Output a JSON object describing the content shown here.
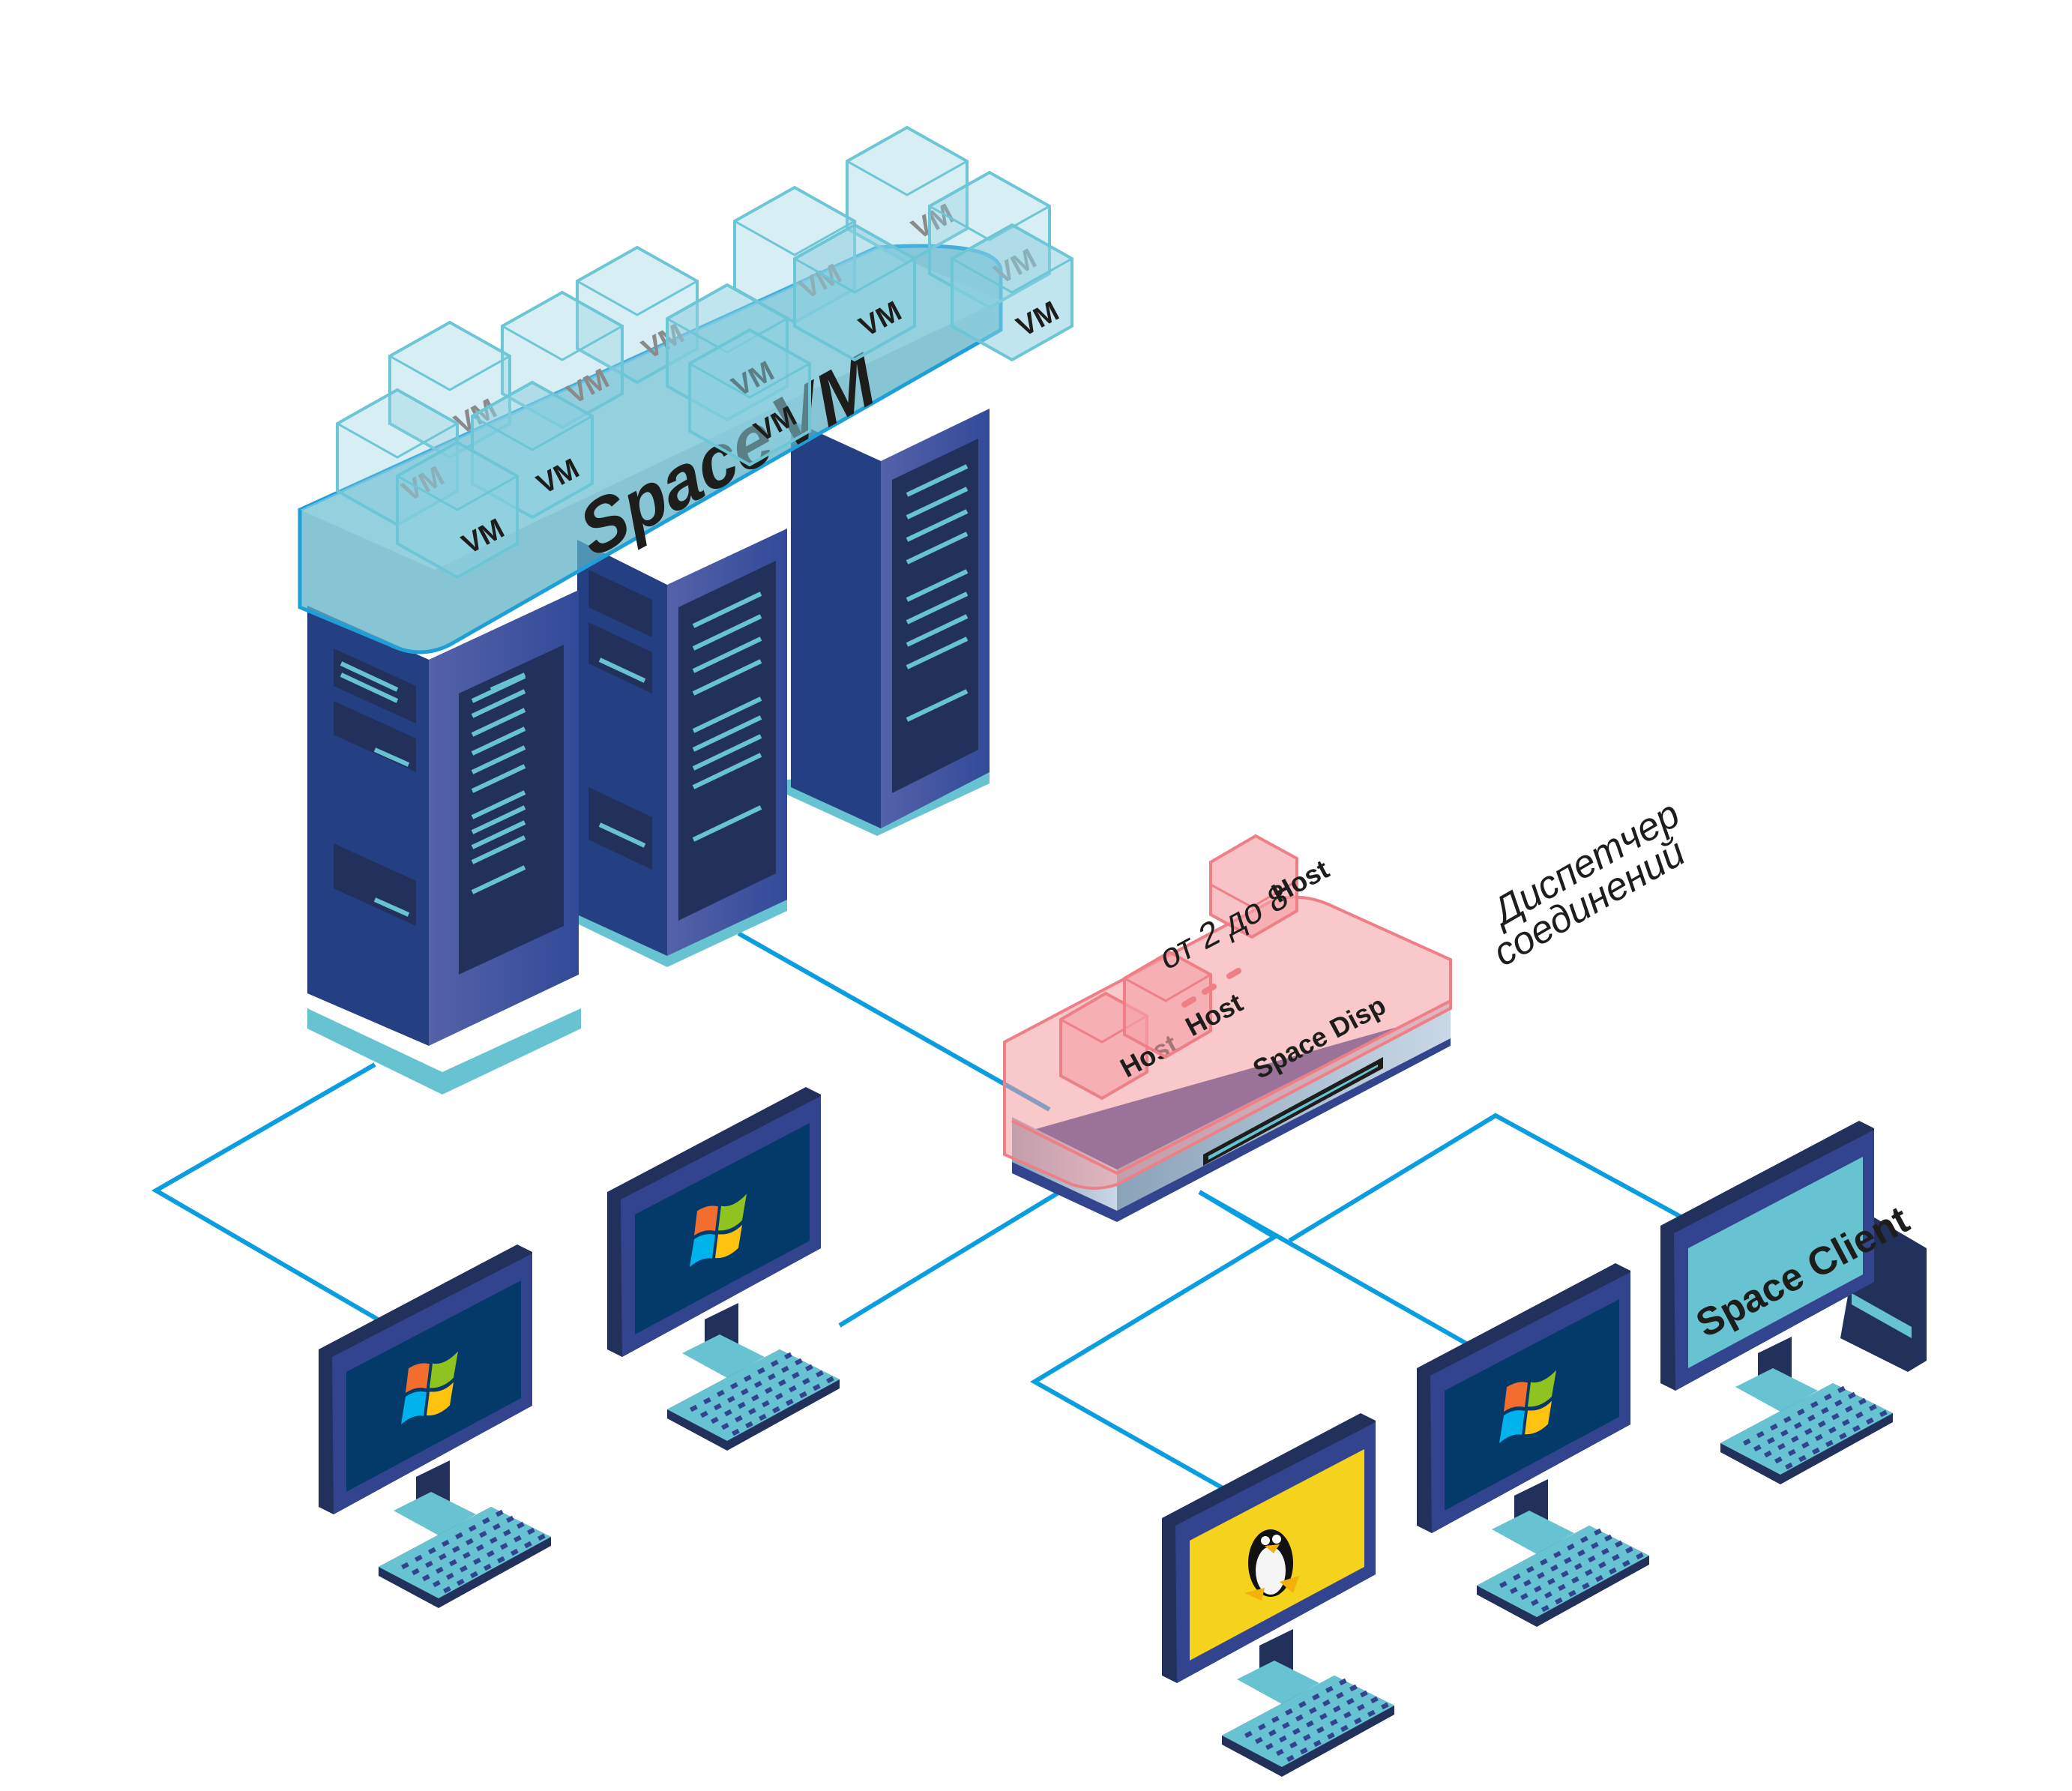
{
  "diagram": {
    "cluster": {
      "title_part1": "Space",
      "title_part2": "VM",
      "server_count": 3,
      "vm_label": "VM",
      "vm_count": 13
    },
    "dispatcher": {
      "device_label": "Space Disp",
      "host_label": "Host",
      "host_range": "от 2 до 8",
      "caption_line1": "Диспетчер",
      "caption_line2": "соединений"
    },
    "clients": [
      {
        "id": "client-windows-1",
        "os": "windows",
        "icon": "windows-logo-icon"
      },
      {
        "id": "client-windows-2",
        "os": "windows",
        "icon": "windows-logo-icon"
      },
      {
        "id": "client-linux",
        "os": "linux",
        "icon": "linux-tux-icon"
      },
      {
        "id": "client-windows-3",
        "os": "windows",
        "icon": "windows-logo-icon"
      },
      {
        "id": "client-space",
        "os": "space-client",
        "screen_label": "Space Client"
      }
    ],
    "colors": {
      "network_line": "#0a9ee0",
      "server_dark": "#243a7c",
      "server_light": "#4d5ea6",
      "panel": "#22305c",
      "led": "#67c3d1",
      "vm_glass": "#8ccfe0",
      "dispatcher_glass": "#f29aa0",
      "win_screen": "#043a6a",
      "linux_screen": "#f5d21c",
      "client_screen": "#67c3d1",
      "monitor_frame": "#33448e",
      "monitor_side": "#22305c"
    }
  }
}
